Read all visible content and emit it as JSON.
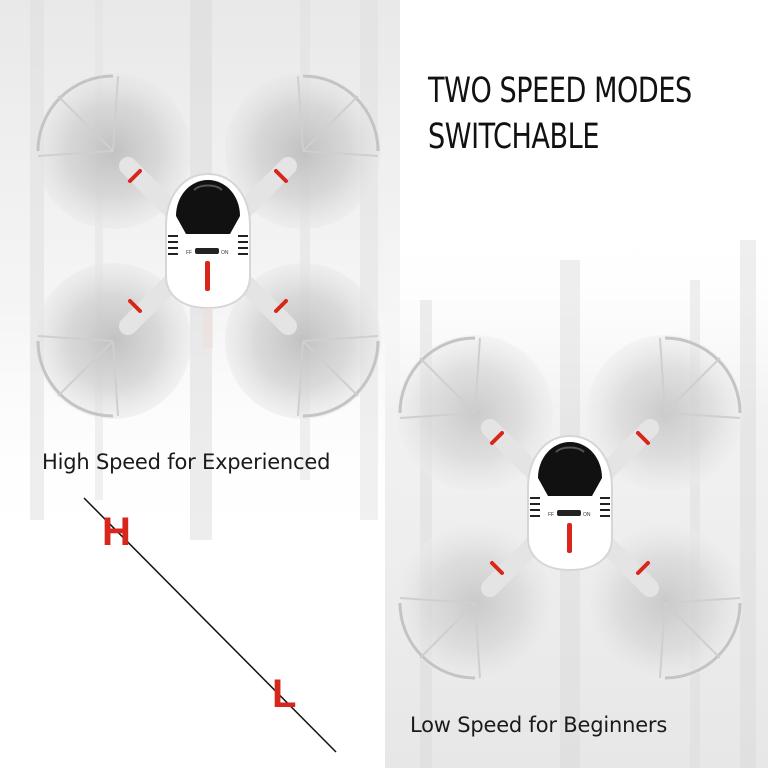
{
  "headline": {
    "line1": "TWO SPEED MODES",
    "line2": "SWITCHABLE"
  },
  "captions": {
    "high": "High Speed for Experienced",
    "low": "Low Speed for Beginners"
  },
  "switch": {
    "high_letter": "H",
    "low_letter": "L"
  },
  "drone": {
    "switch_off_label": "FF",
    "switch_on_label": "ON"
  },
  "colors": {
    "accent_red": "#d9261c",
    "text_dark": "#111111",
    "guard_gray": "#bdbdbd",
    "body_white": "#ffffff",
    "canopy_black": "#111111"
  }
}
